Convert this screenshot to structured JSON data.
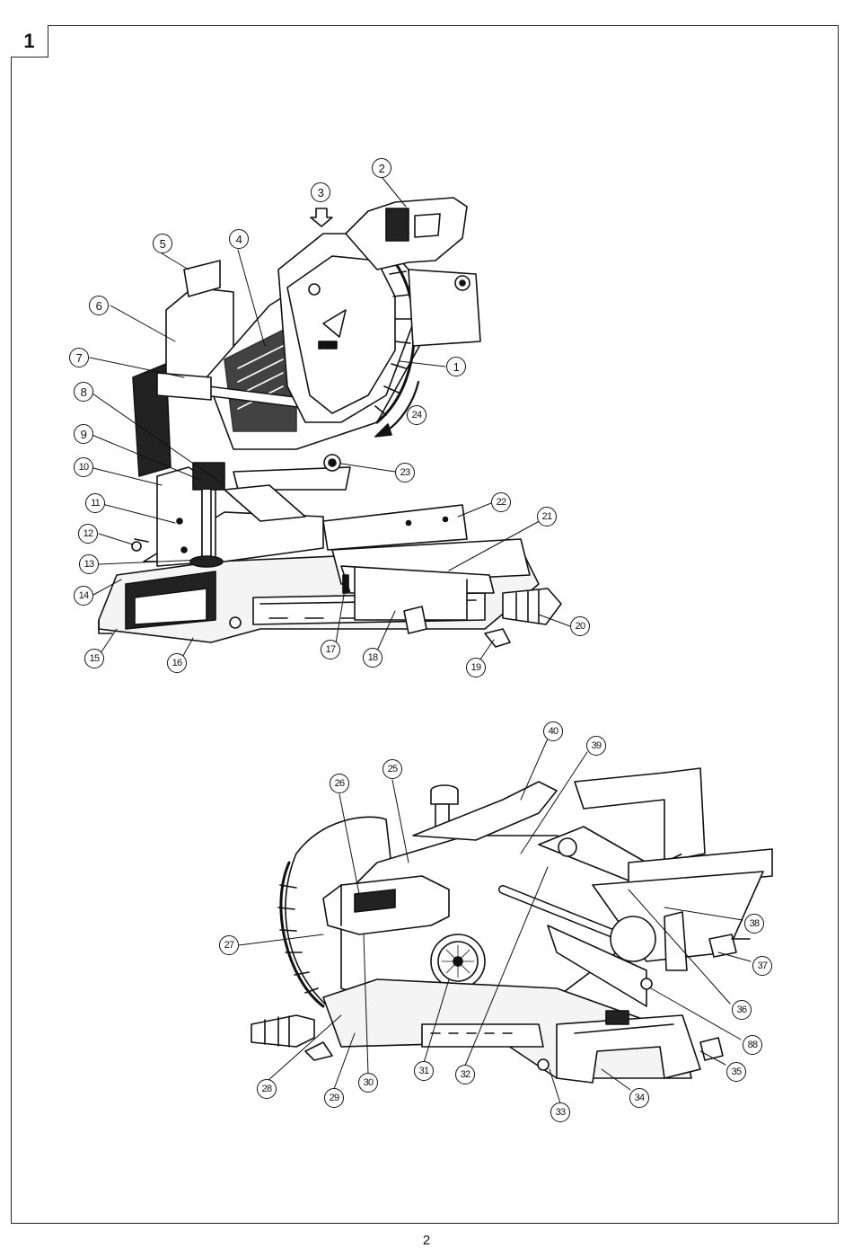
{
  "figure_label": "1",
  "page_number": "2",
  "callouts_top": [
    {
      "id": "c1",
      "label": "1"
    },
    {
      "id": "c2",
      "label": "2"
    },
    {
      "id": "c3",
      "label": "3"
    },
    {
      "id": "c4",
      "label": "4"
    },
    {
      "id": "c5",
      "label": "5"
    },
    {
      "id": "c6",
      "label": "6"
    },
    {
      "id": "c7",
      "label": "7"
    },
    {
      "id": "c8",
      "label": "8"
    },
    {
      "id": "c9",
      "label": "9"
    },
    {
      "id": "c10",
      "label": "10"
    },
    {
      "id": "c11",
      "label": "11"
    },
    {
      "id": "c12",
      "label": "12"
    },
    {
      "id": "c13",
      "label": "13"
    },
    {
      "id": "c14",
      "label": "14"
    },
    {
      "id": "c15",
      "label": "15"
    },
    {
      "id": "c16",
      "label": "16"
    },
    {
      "id": "c17",
      "label": "17"
    },
    {
      "id": "c18",
      "label": "18"
    },
    {
      "id": "c19",
      "label": "19"
    },
    {
      "id": "c20",
      "label": "20"
    },
    {
      "id": "c21",
      "label": "21"
    },
    {
      "id": "c22",
      "label": "22"
    },
    {
      "id": "c23",
      "label": "23"
    },
    {
      "id": "c24",
      "label": "24"
    }
  ],
  "callouts_bottom": [
    {
      "id": "c25",
      "label": "25"
    },
    {
      "id": "c26",
      "label": "26"
    },
    {
      "id": "c27",
      "label": "27"
    },
    {
      "id": "c28",
      "label": "28"
    },
    {
      "id": "c29",
      "label": "29"
    },
    {
      "id": "c30",
      "label": "30"
    },
    {
      "id": "c31",
      "label": "31"
    },
    {
      "id": "c32",
      "label": "32"
    },
    {
      "id": "c33",
      "label": "33"
    },
    {
      "id": "c34",
      "label": "34"
    },
    {
      "id": "c35",
      "label": "35"
    },
    {
      "id": "c36",
      "label": "36"
    },
    {
      "id": "c37",
      "label": "37"
    },
    {
      "id": "c38",
      "label": "38"
    },
    {
      "id": "c39",
      "label": "39"
    },
    {
      "id": "c40",
      "label": "40"
    },
    {
      "id": "c88",
      "label": "88"
    }
  ]
}
